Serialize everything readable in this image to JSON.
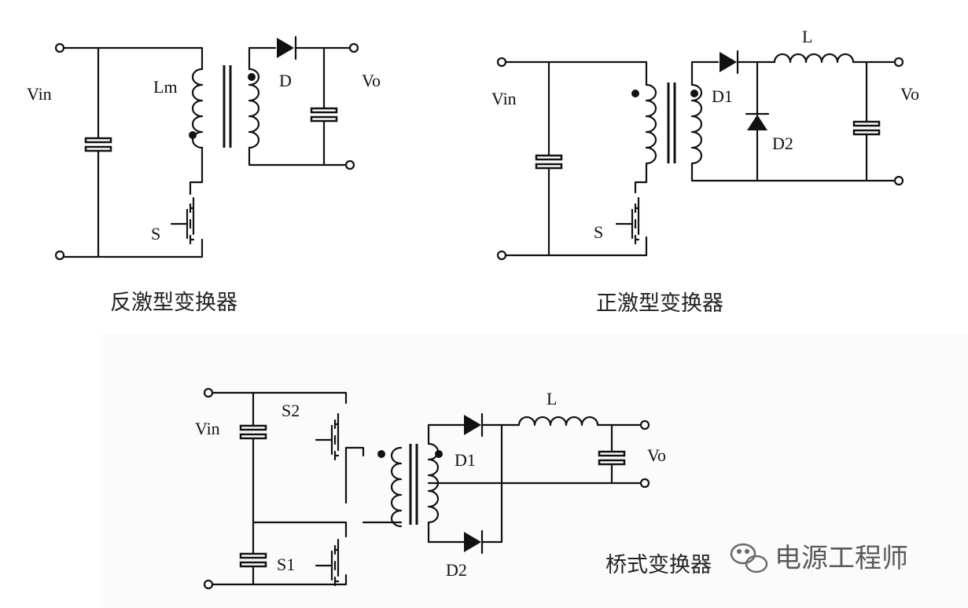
{
  "flyback": {
    "caption": "反激型变换器",
    "labels": {
      "vin": "Vin",
      "lm": "Lm",
      "d": "D",
      "vo": "Vo",
      "s": "S"
    }
  },
  "forward": {
    "caption": "正激型变换器",
    "labels": {
      "vin": "Vin",
      "l": "L",
      "d1": "D1",
      "d2": "D2",
      "vo": "Vo",
      "s": "S"
    }
  },
  "bridge": {
    "caption": "桥式变换器",
    "labels": {
      "vin": "Vin",
      "s1": "S1",
      "s2": "S2",
      "l": "L",
      "d1": "D1",
      "d2": "D2",
      "vo": "Vo"
    }
  },
  "watermark": {
    "text": "电源工程师",
    "icon": "wechat-icon"
  }
}
